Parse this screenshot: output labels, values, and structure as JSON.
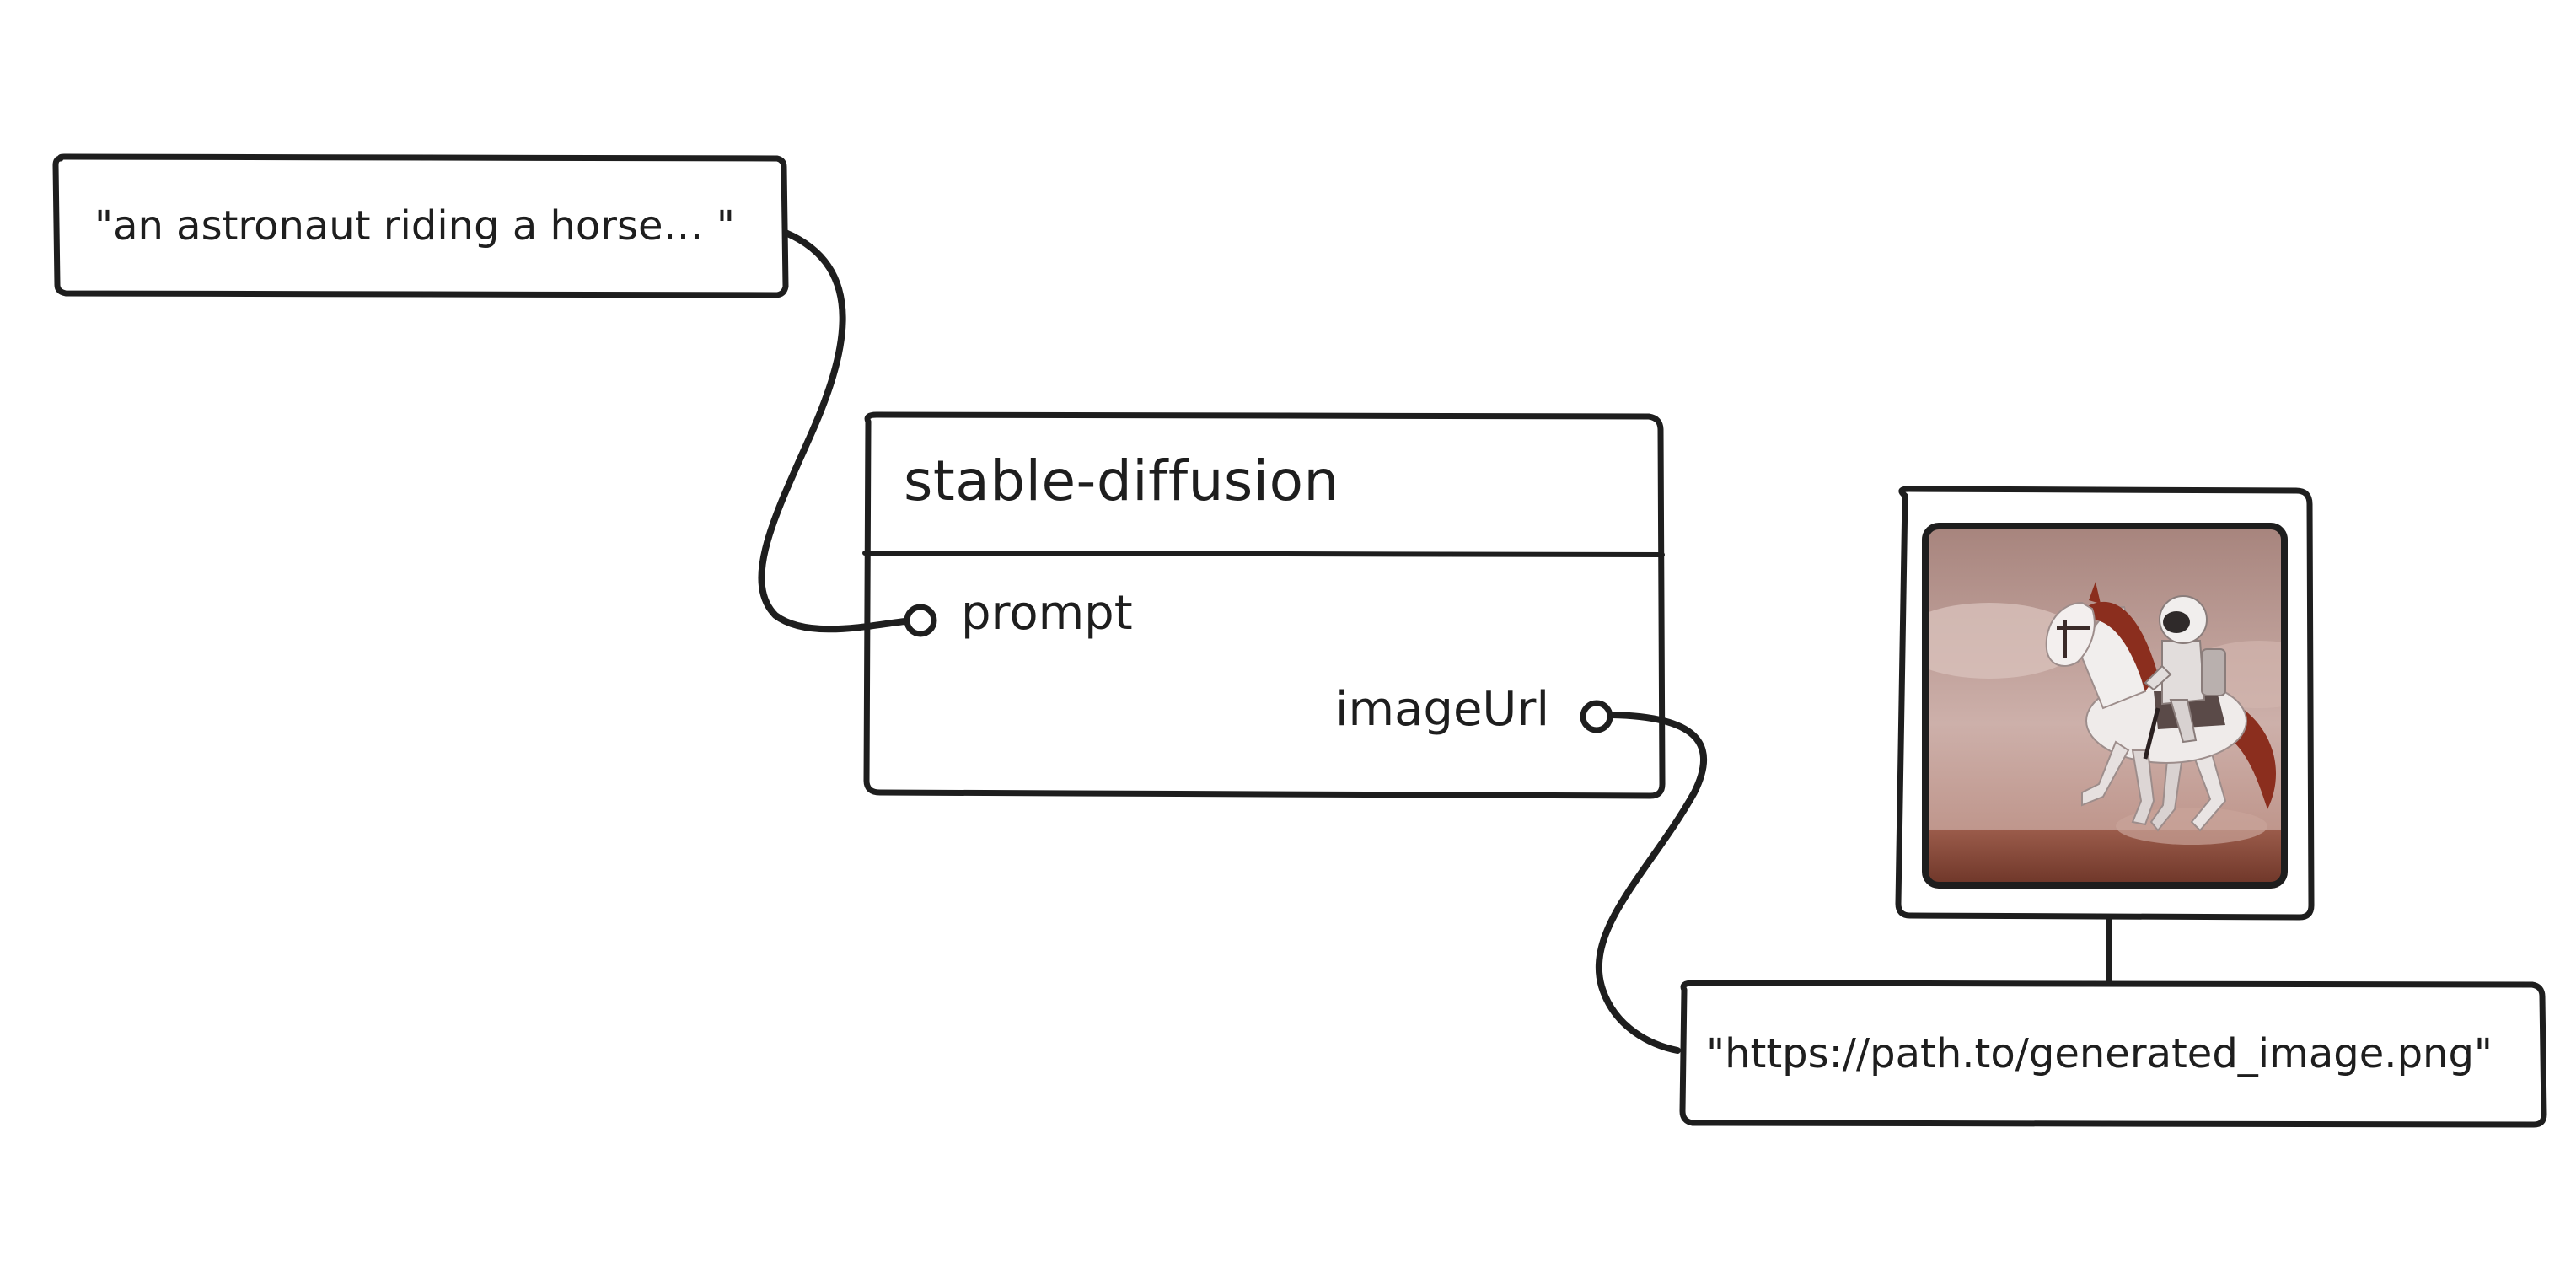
{
  "prompt_node": {
    "value": "\"an astronaut riding a horse… \""
  },
  "model_node": {
    "title": "stable-diffusion",
    "inputs": [
      {
        "label": "prompt"
      }
    ],
    "outputs": [
      {
        "label": "imageUrl"
      }
    ]
  },
  "output_node": {
    "value": "\"https://path.to/generated_image.png\"",
    "preview": {
      "subject": "astronaut riding a white horse on a red desert"
    }
  },
  "colors": {
    "stroke": "#1e1e1e",
    "background": "#ffffff",
    "sky": "#c4a39d",
    "ground": "#8a4a3a",
    "horse_mane": "#8b2e1e"
  }
}
